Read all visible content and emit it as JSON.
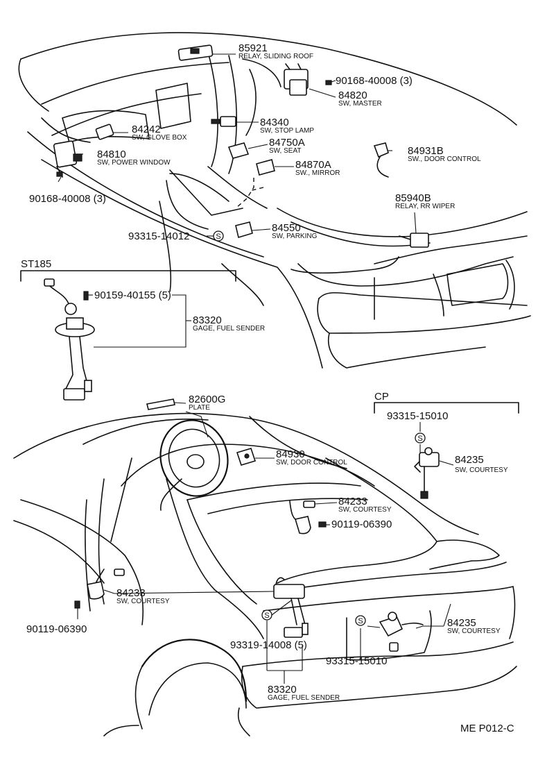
{
  "sections": {
    "st185": "ST185",
    "cp": "CP"
  },
  "top_parts": {
    "p85921": {
      "number": "85921",
      "name": "RELAY, SLIDING ROOF"
    },
    "p90168_a": {
      "number": "90168-40008 (3)"
    },
    "p84820": {
      "number": "84820",
      "name": "SW, MASTER"
    },
    "p84242": {
      "number": "84242",
      "name": "SW, GLOVE BOX"
    },
    "p84340": {
      "number": "84340",
      "name": "SW, STOP LAMP"
    },
    "p84750A": {
      "number": "84750A",
      "name": "SW, SEAT"
    },
    "p84931B": {
      "number": "84931B",
      "name": "SW., DOOR CONTROL"
    },
    "p84810": {
      "number": "84810",
      "name": "SW, POWER WINDOW"
    },
    "p84870A": {
      "number": "84870A",
      "name": "SW., MIRROR"
    },
    "p90168_b": {
      "number": "90168-40008 (3)"
    },
    "p85940B": {
      "number": "85940B",
      "name": "RELAY, RR WIPER"
    },
    "p93315_14012": {
      "number": "93315-14012"
    },
    "p84550": {
      "number": "84550",
      "name": "SW, PARKING"
    }
  },
  "st185_parts": {
    "p90159": {
      "number": "90159-40155 (5)"
    },
    "p83320": {
      "number": "83320",
      "name": "GAGE, FUEL SENDER"
    }
  },
  "bottom_parts": {
    "p82600G": {
      "number": "82600G",
      "name": "PLATE"
    },
    "p84930": {
      "number": "84930",
      "name": "SW, DOOR CONTROL"
    },
    "p84233_a": {
      "number": "84233",
      "name": "SW, COURTESY"
    },
    "p90119_a": {
      "number": "90119-06390"
    },
    "p84233_b": {
      "number": "84233",
      "name": "SW, COURTESY"
    },
    "p90119_b": {
      "number": "90119-06390"
    },
    "p93319": {
      "number": "93319-14008 (5)"
    },
    "p83320b": {
      "number": "83320",
      "name": "GAGE, FUEL SENDER"
    },
    "p84235_b": {
      "number": "84235",
      "name": "SW, COURTESY"
    },
    "p93315_15010_b": {
      "number": "93315-15010"
    }
  },
  "cp_parts": {
    "p93315_15010_a": {
      "number": "93315-15010"
    },
    "p84235_a": {
      "number": "84235",
      "name": "SW, COURTESY"
    }
  },
  "symbol": "S",
  "footer_code": "ME P012-C"
}
